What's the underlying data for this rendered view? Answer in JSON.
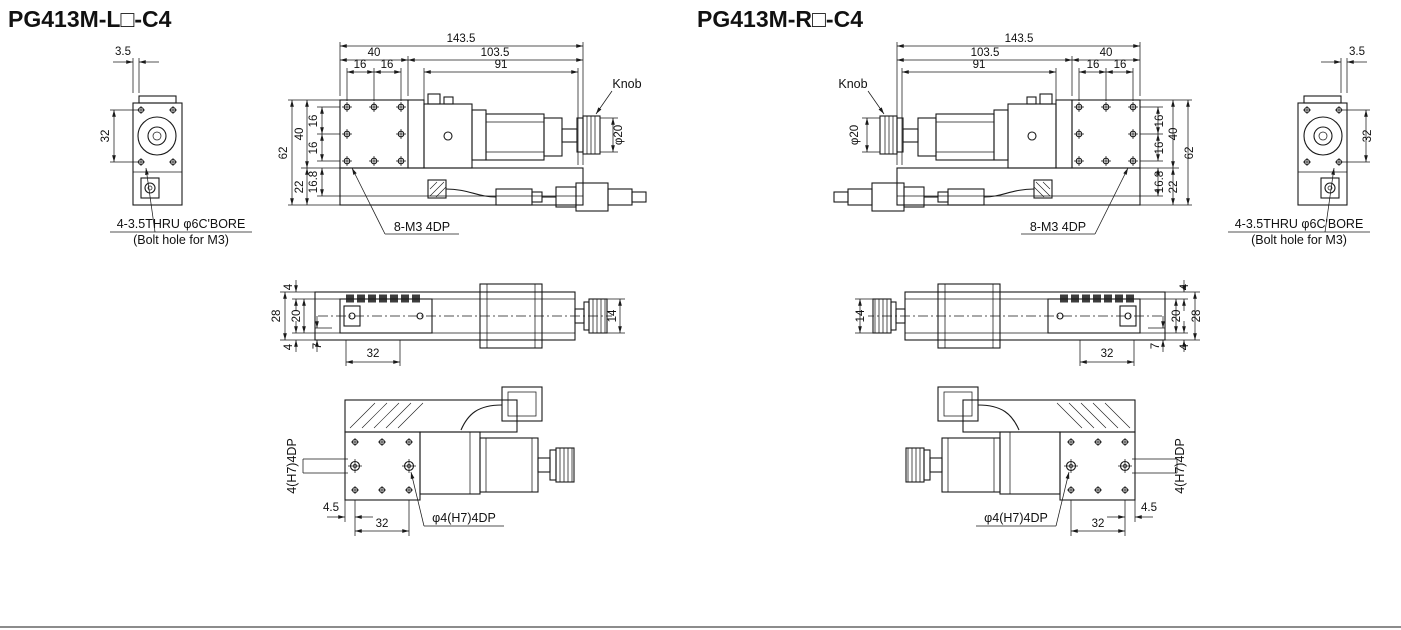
{
  "drawing": {
    "left_title": "PG413M-L□-C4",
    "right_title": "PG413M-R□-C4"
  },
  "dims": {
    "overall_length": "143.5",
    "table_size": "40",
    "body_with_motor": "103.5",
    "hole_pitch": "16",
    "base_body": "91",
    "overall_height": "62",
    "base_height": "22",
    "base_step": "16.8",
    "end_offset": "3.5",
    "mount_pitch": "32",
    "plan_height": "28",
    "plan_rail": "20",
    "plan_edge": "4",
    "plan_base": "7",
    "knob_width": "14",
    "knob_dia": "φ20",
    "pin_offset": "4.5"
  },
  "labels": {
    "knob": "Knob",
    "table_holes": "8-M3 4DP",
    "mount_holes": "4-3.5THRU φ6C'BORE",
    "mount_note": "(Bolt hole for M3)",
    "pin_hole_v": "4(H7)4DP",
    "pin_hole": "φ4(H7)4DP"
  }
}
